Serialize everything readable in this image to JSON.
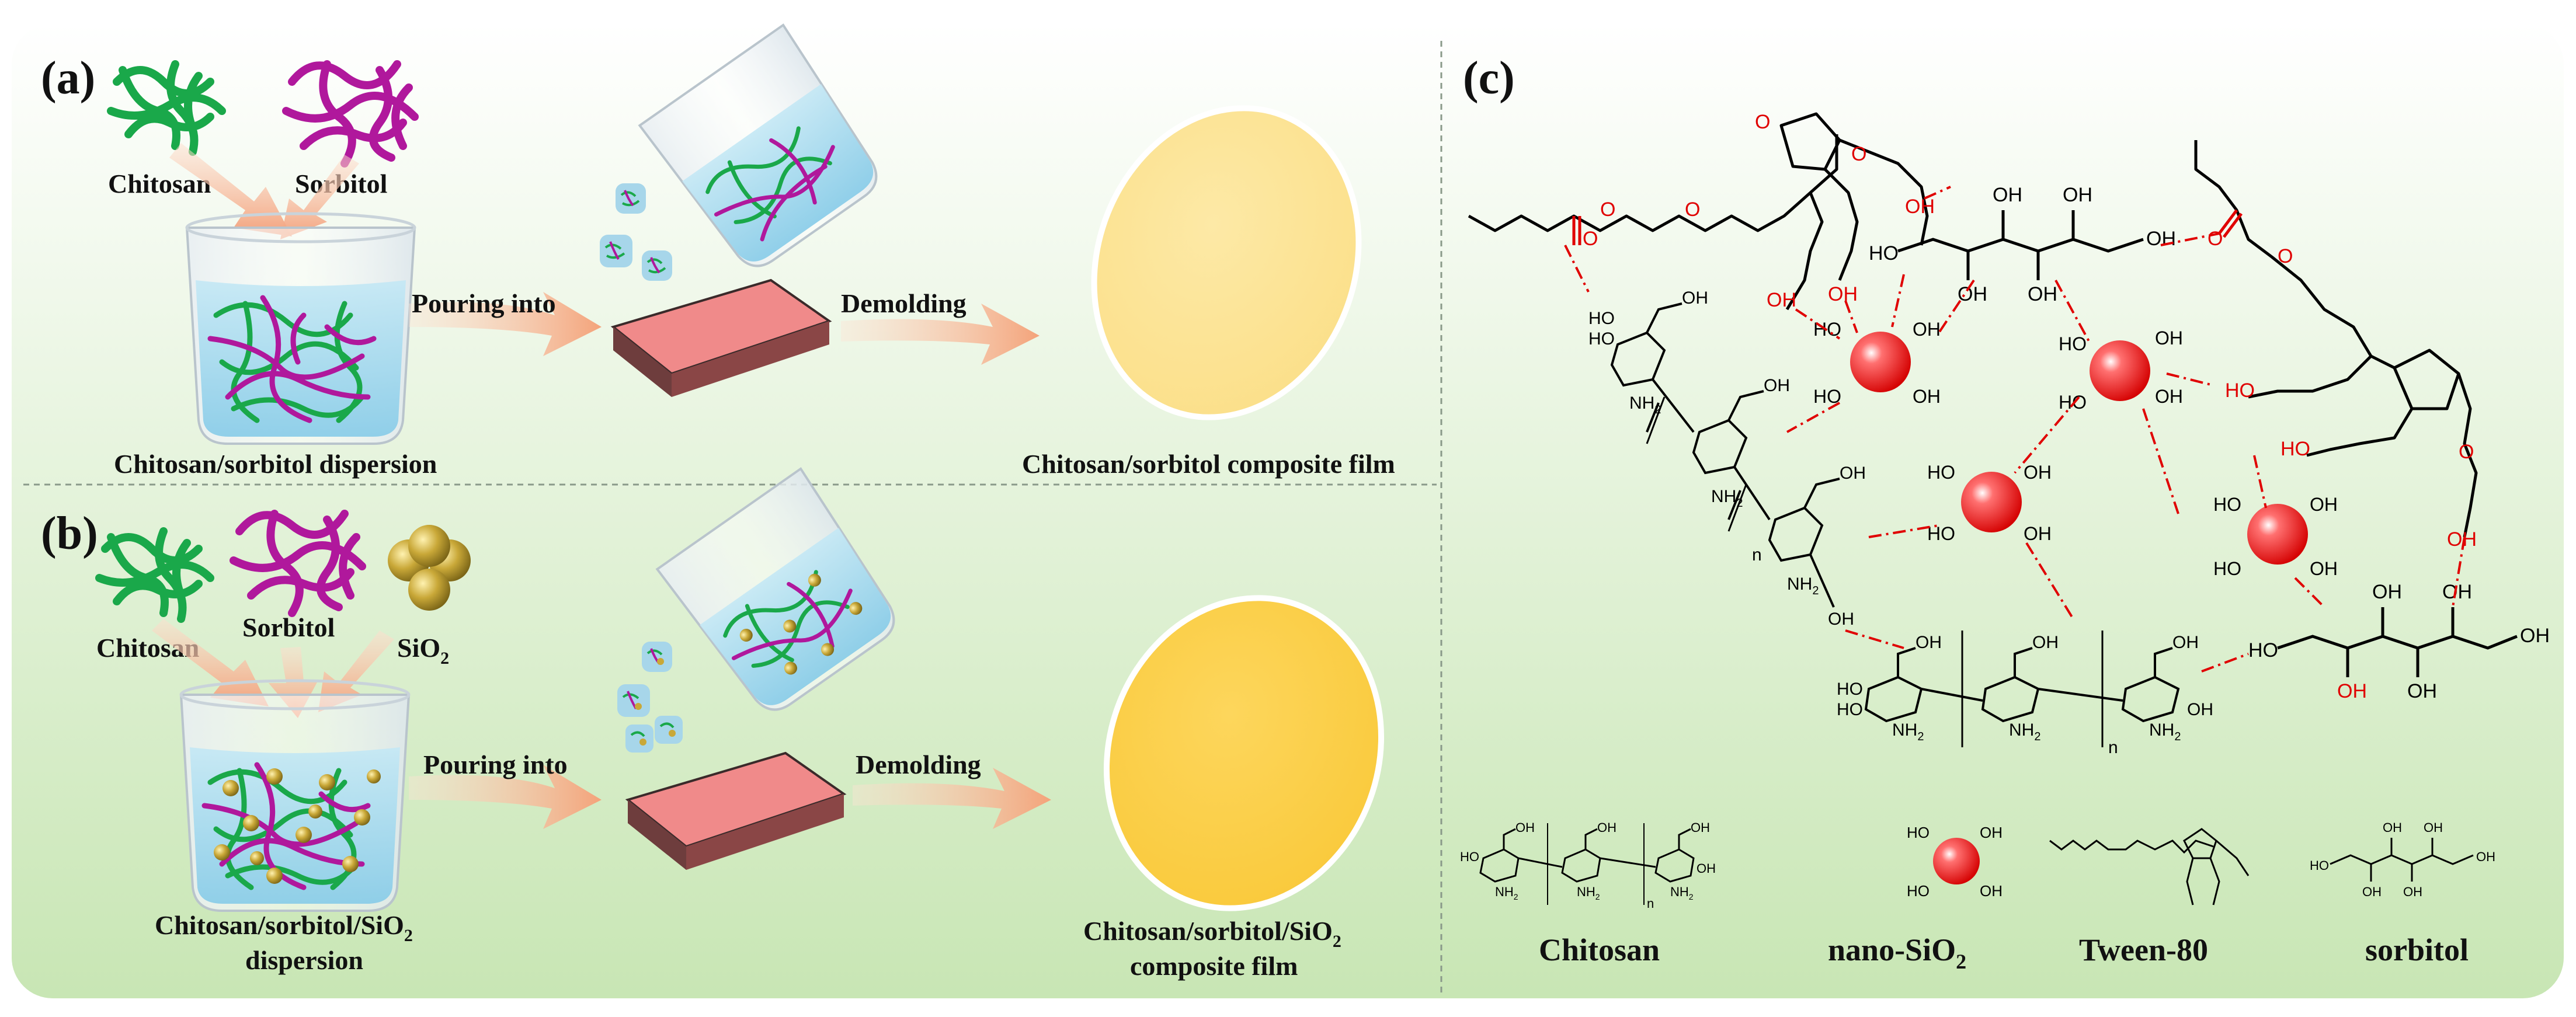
{
  "panels": {
    "a": {
      "label": "(a)",
      "chitosan": "Chitosan",
      "sorbitol": "Sorbitol",
      "pouring": "Pouring into",
      "demolding": "Demolding",
      "dispersion": "Chitosan/sorbitol dispersion",
      "film": "Chitosan/sorbitol composite film"
    },
    "b": {
      "label": "(b)",
      "chitosan": "Chitosan",
      "sorbitol": "Sorbitol",
      "sio2": "SiO",
      "sio2_sub": "2",
      "pouring": "Pouring into",
      "demolding": "Demolding",
      "dispersion_line1": "Chitosan/sorbitol/SiO",
      "dispersion_line1_sub": "2",
      "dispersion_line2": "dispersion",
      "film_line1": "Chitosan/sorbitol/SiO",
      "film_line1_sub": "2",
      "film_line2": "composite film"
    },
    "c": {
      "label": "(c)",
      "legend": [
        "Chitosan",
        "nano-SiO",
        "Tween-80",
        "sorbitol"
      ],
      "legend_sio2_sub": "2"
    }
  },
  "colors": {
    "panel_bg_top": "#ffffff",
    "panel_bg_bottom": "#c8e6b4",
    "chitosan_green": "#1aa84a",
    "sorbitol_magenta": "#b0189c",
    "sio2_gold": "#c9a838",
    "film_light": "#fbe59a",
    "film_dark": "#fcd24e",
    "mold_red": "#ef8a8a",
    "arrow_peach": "#f6b28e",
    "hbond_red": "#e00000",
    "sio2_sphere": "#ef2020"
  },
  "chem_labels": {
    "oh": "OH",
    "ho": "HO",
    "nh2": "NH",
    "nh2_sub": "2",
    "o": "O",
    "n": "n"
  }
}
